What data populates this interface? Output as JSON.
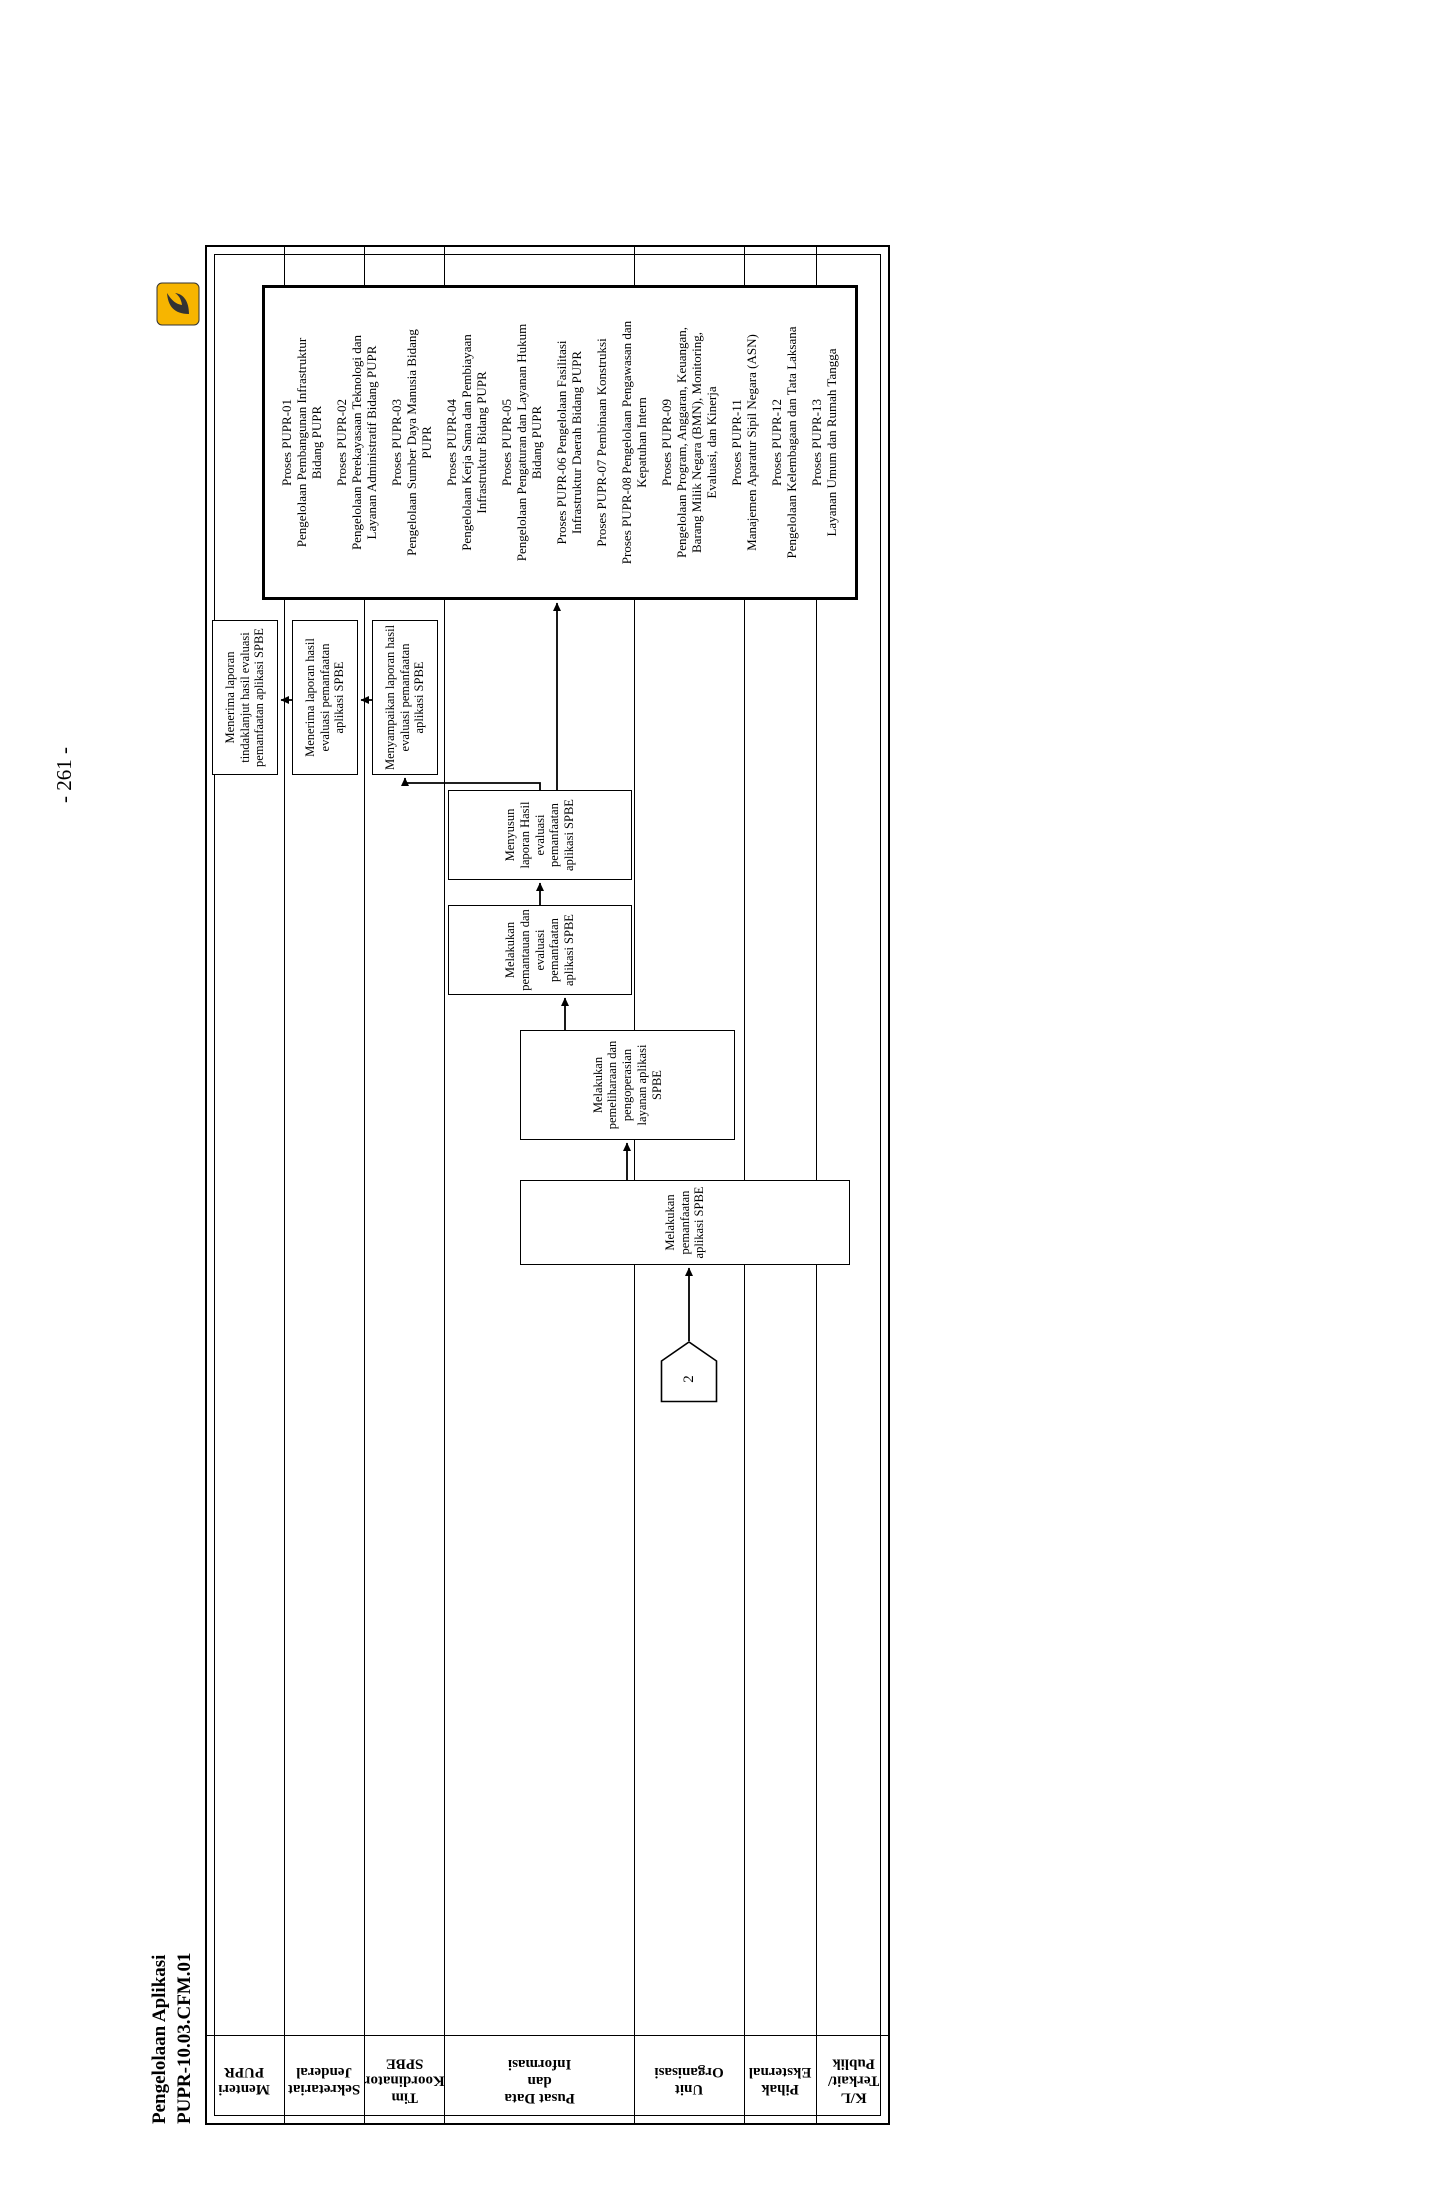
{
  "page": {
    "number": "- 261 -",
    "title_line1": "Pengelolaan Aplikasi",
    "title_line2": "PUPR-10.03.CFM.01"
  },
  "lanes": [
    {
      "label": "Menteri PUPR"
    },
    {
      "label": "Sekretariat Jenderal"
    },
    {
      "label": "Tim Koordinator SPBE"
    },
    {
      "label": "Pusat Data dan Informasi"
    },
    {
      "label": "Unit Organisasi"
    },
    {
      "label": "Pihak Eksternal"
    },
    {
      "label": "K/L Terkait/ Publik"
    }
  ],
  "flow": {
    "connector_label": "2",
    "boxes": {
      "pemanfaatan": "Melakukan pemanfaatan aplikasi SPBE",
      "pemeliharaan": "Melakukan pemeliharaan dan pengoperasian layanan aplikasi SPBE",
      "pemantauan": "Melakukan pemantauan dan evaluasi pemanfaatan aplikasi SPBE",
      "menyusun": "Menyusun laporan Hasil evaluasi pemanfaatan aplikasi SPBE",
      "menyampaikan": "Menyampaikan laporan hasil evaluasi pemanfaatan aplikasi SPBE",
      "menerima_laporan": "Menerima laporan hasil evaluasi pemanfaatan aplikasi SPBE",
      "menerima_tindaklanjut": "Menerima laporan tindaklanjut hasil evaluasi pemanfaatan aplikasi SPBE"
    }
  },
  "process_box": {
    "items": [
      "Proses PUPR-01\nPengelolaan Pembangunan Infrastruktur\nBidang PUPR",
      "Proses PUPR-02\nPengelolaan Perekayasaan Teknologi dan\nLayanan Administratif Bidang PUPR",
      "Proses PUPR-03\nPengelolaan Sumber Daya Manusia Bidang\nPUPR",
      "Proses PUPR-04\nPengelolaan Kerja Sama dan Pembiayaan\nInfrastruktur Bidang PUPR",
      "Proses PUPR-05\nPengelolaan Pengaturan dan Layanan Hukum\nBidang PUPR",
      "Proses PUPR-06 Pengelolaan Fasilitasi\nInfrastruktur Daerah Bidang PUPR",
      "Proses PUPR-07 Pembinaan Konstruksi",
      "Proses PUPR-08 Pengelolaan Pengawasan dan\nKepatuhan Intern",
      "Proses PUPR-09\nPengelolaan Program, Anggaran, Keuangan,\nBarang Milik Negara (BMN), Monitoring,\nEvaluasi, dan Kinerja",
      "Proses PUPR-11\nManajemen Aparatur Sipil Negara (ASN)",
      "Proses PUPR-12\nPengelolaan Kelembagaan dan Tata Laksana",
      "Proses PUPR-13\nLayanan Umum dan Rumah Tangga"
    ]
  },
  "colors": {
    "line": "#000000",
    "logo_yellow": "#F7B500",
    "logo_dark": "#333333"
  }
}
